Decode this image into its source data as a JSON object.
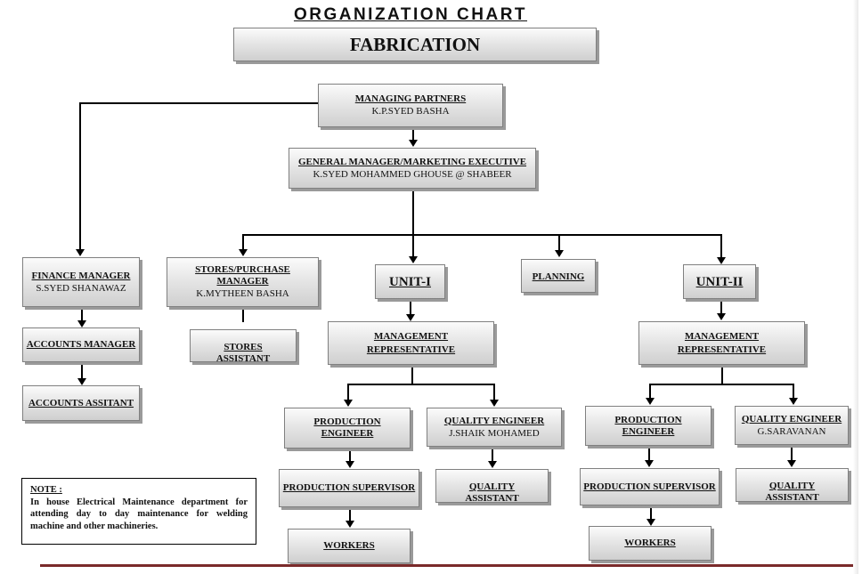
{
  "title": "ORGANIZATION CHART",
  "subtitle": "FABRICATION",
  "nodes": {
    "managing_partners": {
      "title": "MANAGING PARTNERS",
      "name": "K.P.SYED BASHA"
    },
    "general_manager": {
      "title": "GENERAL MANAGER/MARKETING EXECUTIVE",
      "name": "K.SYED MOHAMMED GHOUSE @ SHABEER"
    },
    "finance_manager": {
      "title": "FINANCE MANAGER",
      "name": "S.SYED SHANAWAZ"
    },
    "accounts_manager": {
      "title": "ACCOUNTS MANAGER"
    },
    "accounts_assistant": {
      "title": "ACCOUNTS ASSITANT"
    },
    "stores_purchase_manager": {
      "title": "STORES/PURCHASE MANAGER",
      "name": "K.MYTHEEN BASHA"
    },
    "stores_assistant": {
      "title": "STORES ASSISTANT"
    },
    "unit_1": {
      "title": "UNIT-I"
    },
    "planning": {
      "title": "PLANNING"
    },
    "unit_2": {
      "title": "UNIT-II"
    },
    "mgmt_rep_1": {
      "title": "MANAGEMENT REPRESENTATIVE"
    },
    "mgmt_rep_2": {
      "title": "MANAGEMENT REPRESENTATIVE"
    },
    "production_engineer_1": {
      "title": "PRODUCTION ENGINEER"
    },
    "quality_engineer_1": {
      "title": "QUALITY ENGINEER",
      "name": "J.SHAIK MOHAMED"
    },
    "production_engineer_2": {
      "title": "PRODUCTION ENGINEER"
    },
    "quality_engineer_2": {
      "title": "QUALITY ENGINEER",
      "name": "G.SARAVANAN"
    },
    "production_supervisor_1": {
      "title": "PRODUCTION SUPERVISOR"
    },
    "quality_assistant_1": {
      "title": "QUALITY ASSISTANT"
    },
    "production_supervisor_2": {
      "title": "PRODUCTION SUPERVISOR"
    },
    "quality_assistant_2": {
      "title": "QUALITY ASSISTANT"
    },
    "workers_1": {
      "title": "WORKERS"
    },
    "workers_2": {
      "title": "WORKERS"
    }
  },
  "note": {
    "heading": "NOTE :",
    "text": "In house Electrical Maintenance department for attending day to day maintenance for welding machine and other machineries."
  },
  "colors": {
    "bottom_rule": "#7a2a2a",
    "box_border": "#808080",
    "box_shadow": "#9a9a9a"
  }
}
